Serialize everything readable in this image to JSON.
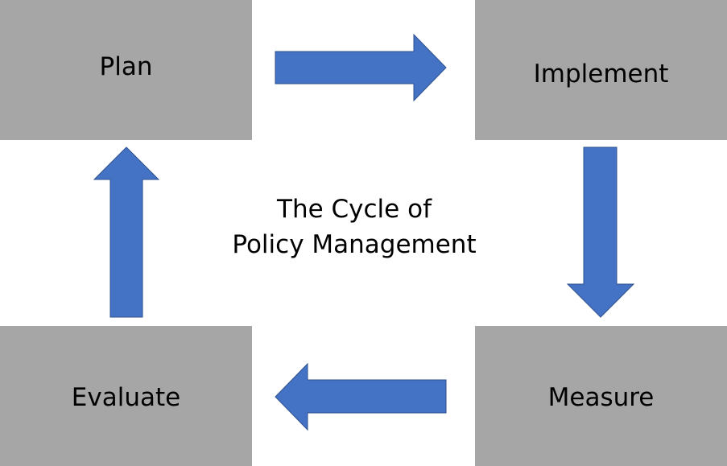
{
  "diagram": {
    "title_line1": "The Cycle of",
    "title_line2": "Policy Management",
    "steps": [
      {
        "label": "Plan"
      },
      {
        "label": "Implement"
      },
      {
        "label": "Measure"
      },
      {
        "label": "Evaluate"
      }
    ],
    "colors": {
      "box_fill": "#a6a6a6",
      "arrow_fill": "#4472c4",
      "arrow_stroke": "#2f528f",
      "text": "#000000"
    }
  }
}
